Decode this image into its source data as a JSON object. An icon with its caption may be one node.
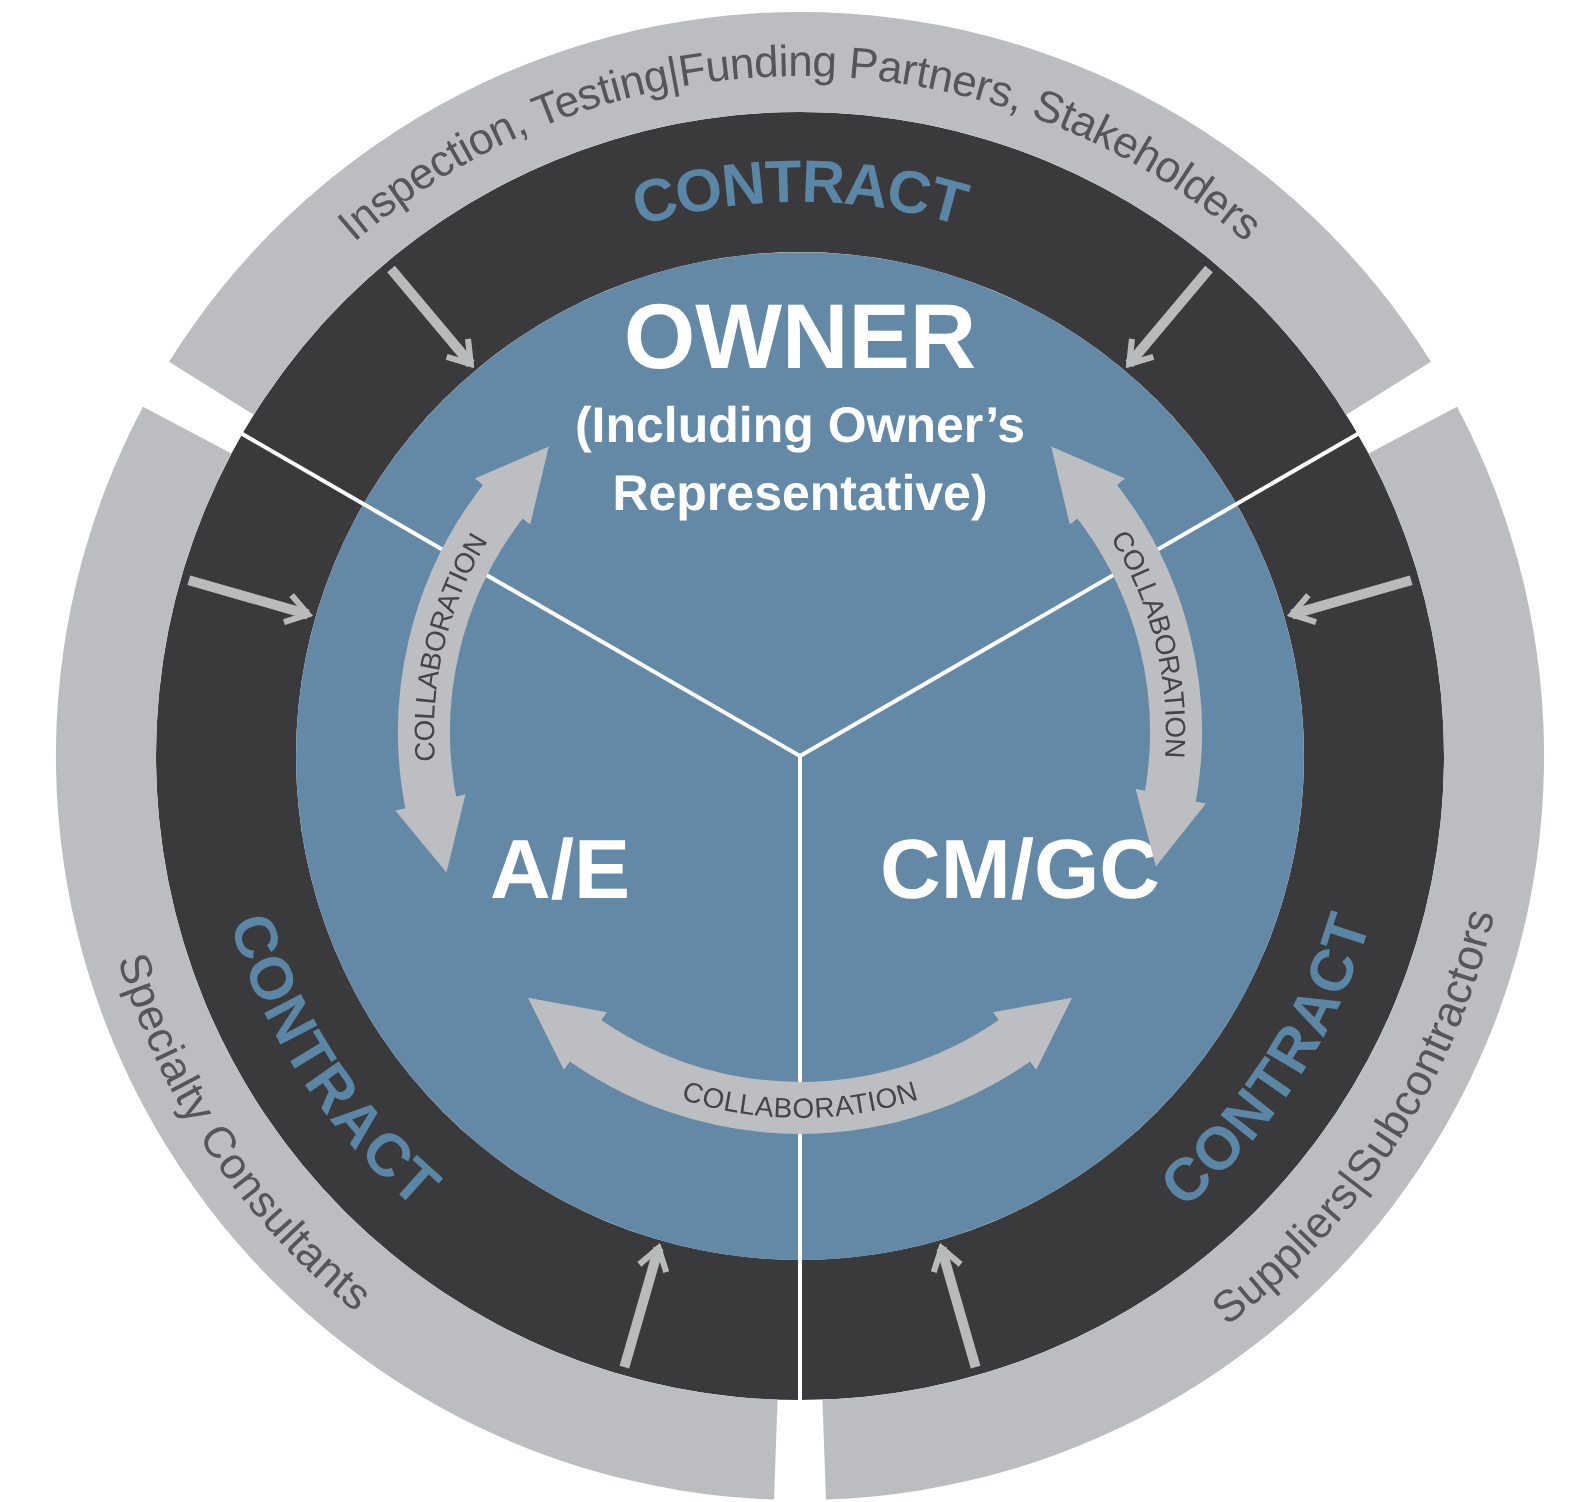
{
  "diagram": {
    "nodes": [
      {
        "text": [
          "OWNER",
          "(Including Owner’s Representative)"
        ]
      },
      {
        "text": [
          "A/E"
        ]
      },
      {
        "text": [
          "CM/GC"
        ]
      },
      {
        "text": [
          "Inspection, Testing|Funding Partners, Stakeholders"
        ]
      },
      {
        "text": [
          "Specialty Consultants"
        ]
      },
      {
        "text": [
          "Suppliers|Subcontractors"
        ]
      }
    ],
    "edges": [
      {
        "from": 3,
        "to": 0,
        "arrow": "to"
      },
      {
        "from": 3,
        "to": 0,
        "arrow": "to"
      },
      {
        "from": 4,
        "to": 1,
        "arrow": "to"
      },
      {
        "from": 4,
        "to": 1,
        "arrow": "to"
      },
      {
        "from": 5,
        "to": 2,
        "arrow": "to"
      },
      {
        "from": 5,
        "to": 2,
        "arrow": "to"
      },
      {
        "from": 1,
        "to": 0,
        "arrow": "both",
        "label": "COLLABORATION",
        "style": "thick"
      },
      {
        "from": 0,
        "to": 2,
        "arrow": "both",
        "label": "COLLABORATION",
        "style": "thick"
      },
      {
        "from": 1,
        "to": 2,
        "arrow": "both",
        "label": "COLLABORATION",
        "style": "thick"
      }
    ],
    "labels": [
      "CONTRACT",
      "CONTRACT",
      "CONTRACT"
    ]
  }
}
